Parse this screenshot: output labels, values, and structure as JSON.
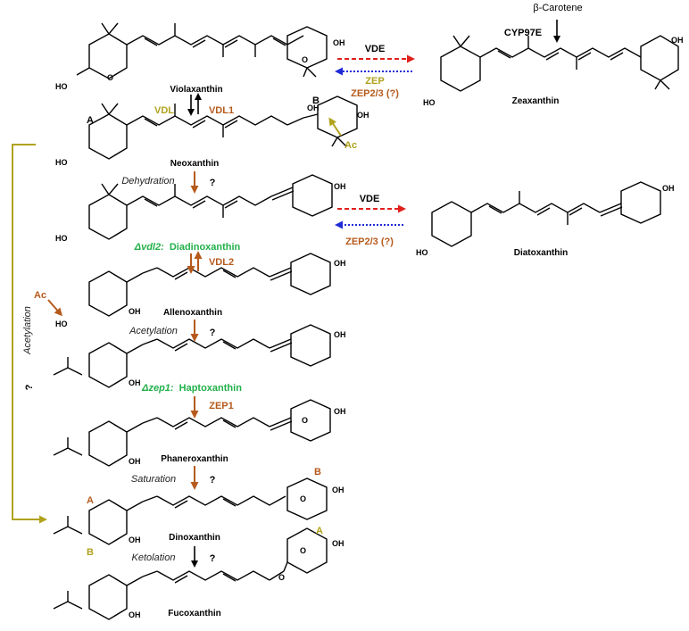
{
  "colors": {
    "orange": "#b65a1c",
    "olive": "#b0a21c",
    "green": "#22b04b",
    "red": "#e0201c",
    "blue": "#1f2bd6",
    "black": "#000000"
  },
  "atoms": {
    "oh": "OH",
    "ho": "HO",
    "o": "O"
  },
  "compounds": {
    "violaxanthin": "Violaxanthin",
    "zeaxanthin": "Zeaxanthin",
    "neoxanthin": "Neoxanthin",
    "diadinoxanthin_prefix": "Δvdl2:",
    "diadinoxanthin": "Diadinoxanthin",
    "diatoxanthin": "Diatoxanthin",
    "allenoxanthin": "Allenoxanthin",
    "haptoxanthin_prefix": "Δzep1:",
    "haptoxanthin": "Haptoxanthin",
    "phaneroxanthin": "Phaneroxanthin",
    "dinoxanthin": "Dinoxanthin",
    "fucoxanthin": "Fucoxanthin",
    "beta_carotene": "β-Carotene"
  },
  "enzymes": {
    "cyp97e": "CYP97E",
    "vde_top": "VDE",
    "zep_top": "ZEP",
    "zep23_top": "ZEP2/3 (?)",
    "vdl": "VDL",
    "vdl1": "VDL1",
    "vde_mid": "VDE",
    "zep23_mid": "ZEP2/3 (?)",
    "vdl2": "VDL2",
    "zep1": "ZEP1"
  },
  "steps": {
    "dehydration": "Dehydration",
    "acetylation": "Acetylation",
    "saturation": "Saturation",
    "ketolation": "Ketolation",
    "side_acetylation": "Acetylation"
  },
  "unknown": "?",
  "ac": "Ac",
  "ring_a": "A",
  "ring_b": "B"
}
